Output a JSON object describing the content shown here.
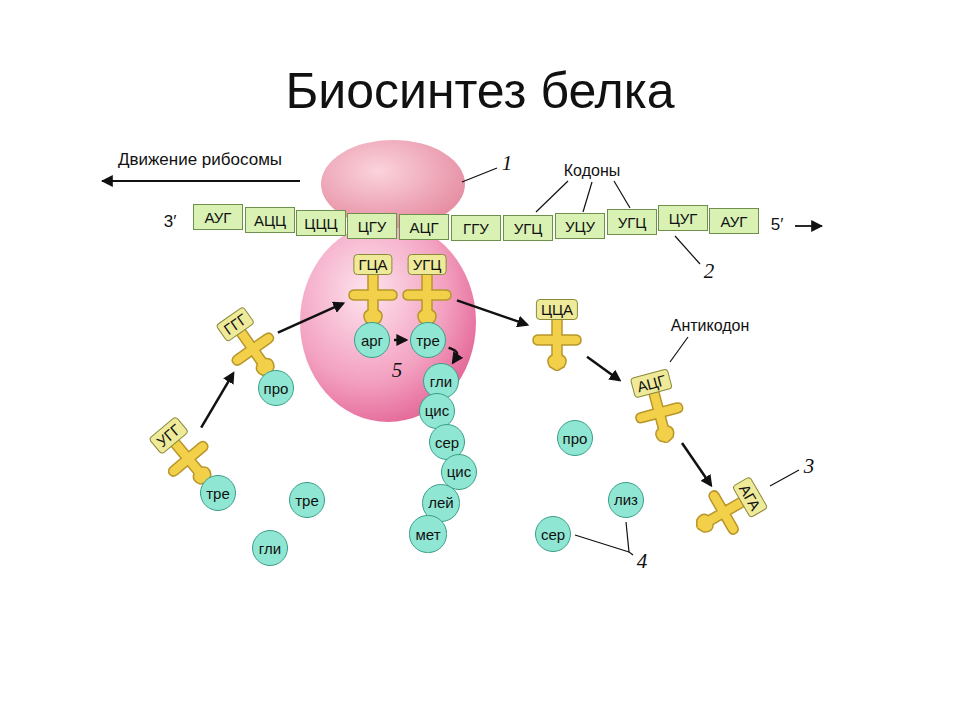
{
  "diagram": {
    "title": "Биосинтез белка",
    "nodes": [
      {
        "text": [
          "АУГ"
        ]
      },
      {
        "text": [
          "АЦЦ"
        ]
      },
      {
        "text": [
          "ЦЦЦ"
        ]
      },
      {
        "text": [
          "ЦГУ"
        ]
      },
      {
        "text": [
          "АЦГ"
        ]
      },
      {
        "text": [
          "ГГУ"
        ]
      },
      {
        "text": [
          "УГЦ"
        ]
      },
      {
        "text": [
          "УЦУ"
        ]
      },
      {
        "text": [
          "УГЦ"
        ]
      },
      {
        "text": [
          "ЦУГ"
        ]
      },
      {
        "text": [
          "АУГ"
        ]
      },
      {
        "text": [
          "ГЦА"
        ]
      },
      {
        "text": [
          "УГЦ"
        ]
      },
      {
        "text": [
          "ГГГ"
        ]
      },
      {
        "text": [
          "УГГ"
        ]
      },
      {
        "text": [
          "ЦЦА"
        ]
      },
      {
        "text": [
          "АЦГ"
        ]
      },
      {
        "text": [
          "АГА"
        ]
      },
      {
        "text": [
          "арг"
        ]
      },
      {
        "text": [
          "тре"
        ]
      },
      {
        "text": [
          "гли"
        ]
      },
      {
        "text": [
          "цис"
        ]
      },
      {
        "text": [
          "сер"
        ]
      },
      {
        "text": [
          "цис"
        ]
      },
      {
        "text": [
          "лей"
        ]
      },
      {
        "text": [
          "мет"
        ]
      },
      {
        "text": [
          "про"
        ]
      },
      {
        "text": [
          "тре"
        ]
      },
      {
        "text": [
          "тре"
        ]
      },
      {
        "text": [
          "гли"
        ]
      },
      {
        "text": [
          "про"
        ]
      },
      {
        "text": [
          "лиз"
        ]
      },
      {
        "text": [
          "сер"
        ]
      }
    ],
    "edges": [
      {
        "from": 14,
        "to": 13,
        "arrow": "to"
      },
      {
        "from": 13,
        "to": 11,
        "arrow": "to"
      },
      {
        "from": 12,
        "to": 15,
        "arrow": "to"
      },
      {
        "from": 15,
        "to": 16,
        "arrow": "to"
      },
      {
        "from": 16,
        "to": 17,
        "arrow": "to"
      },
      {
        "from": 18,
        "to": 19,
        "arrow": "to"
      },
      {
        "from": 19,
        "to": 20,
        "arrow": "to"
      }
    ],
    "labels": [
      "Движение рибосомы",
      "3′",
      "5′",
      "Кодоны",
      "1",
      "2",
      "Антикодон",
      "3",
      "4",
      "5"
    ]
  }
}
